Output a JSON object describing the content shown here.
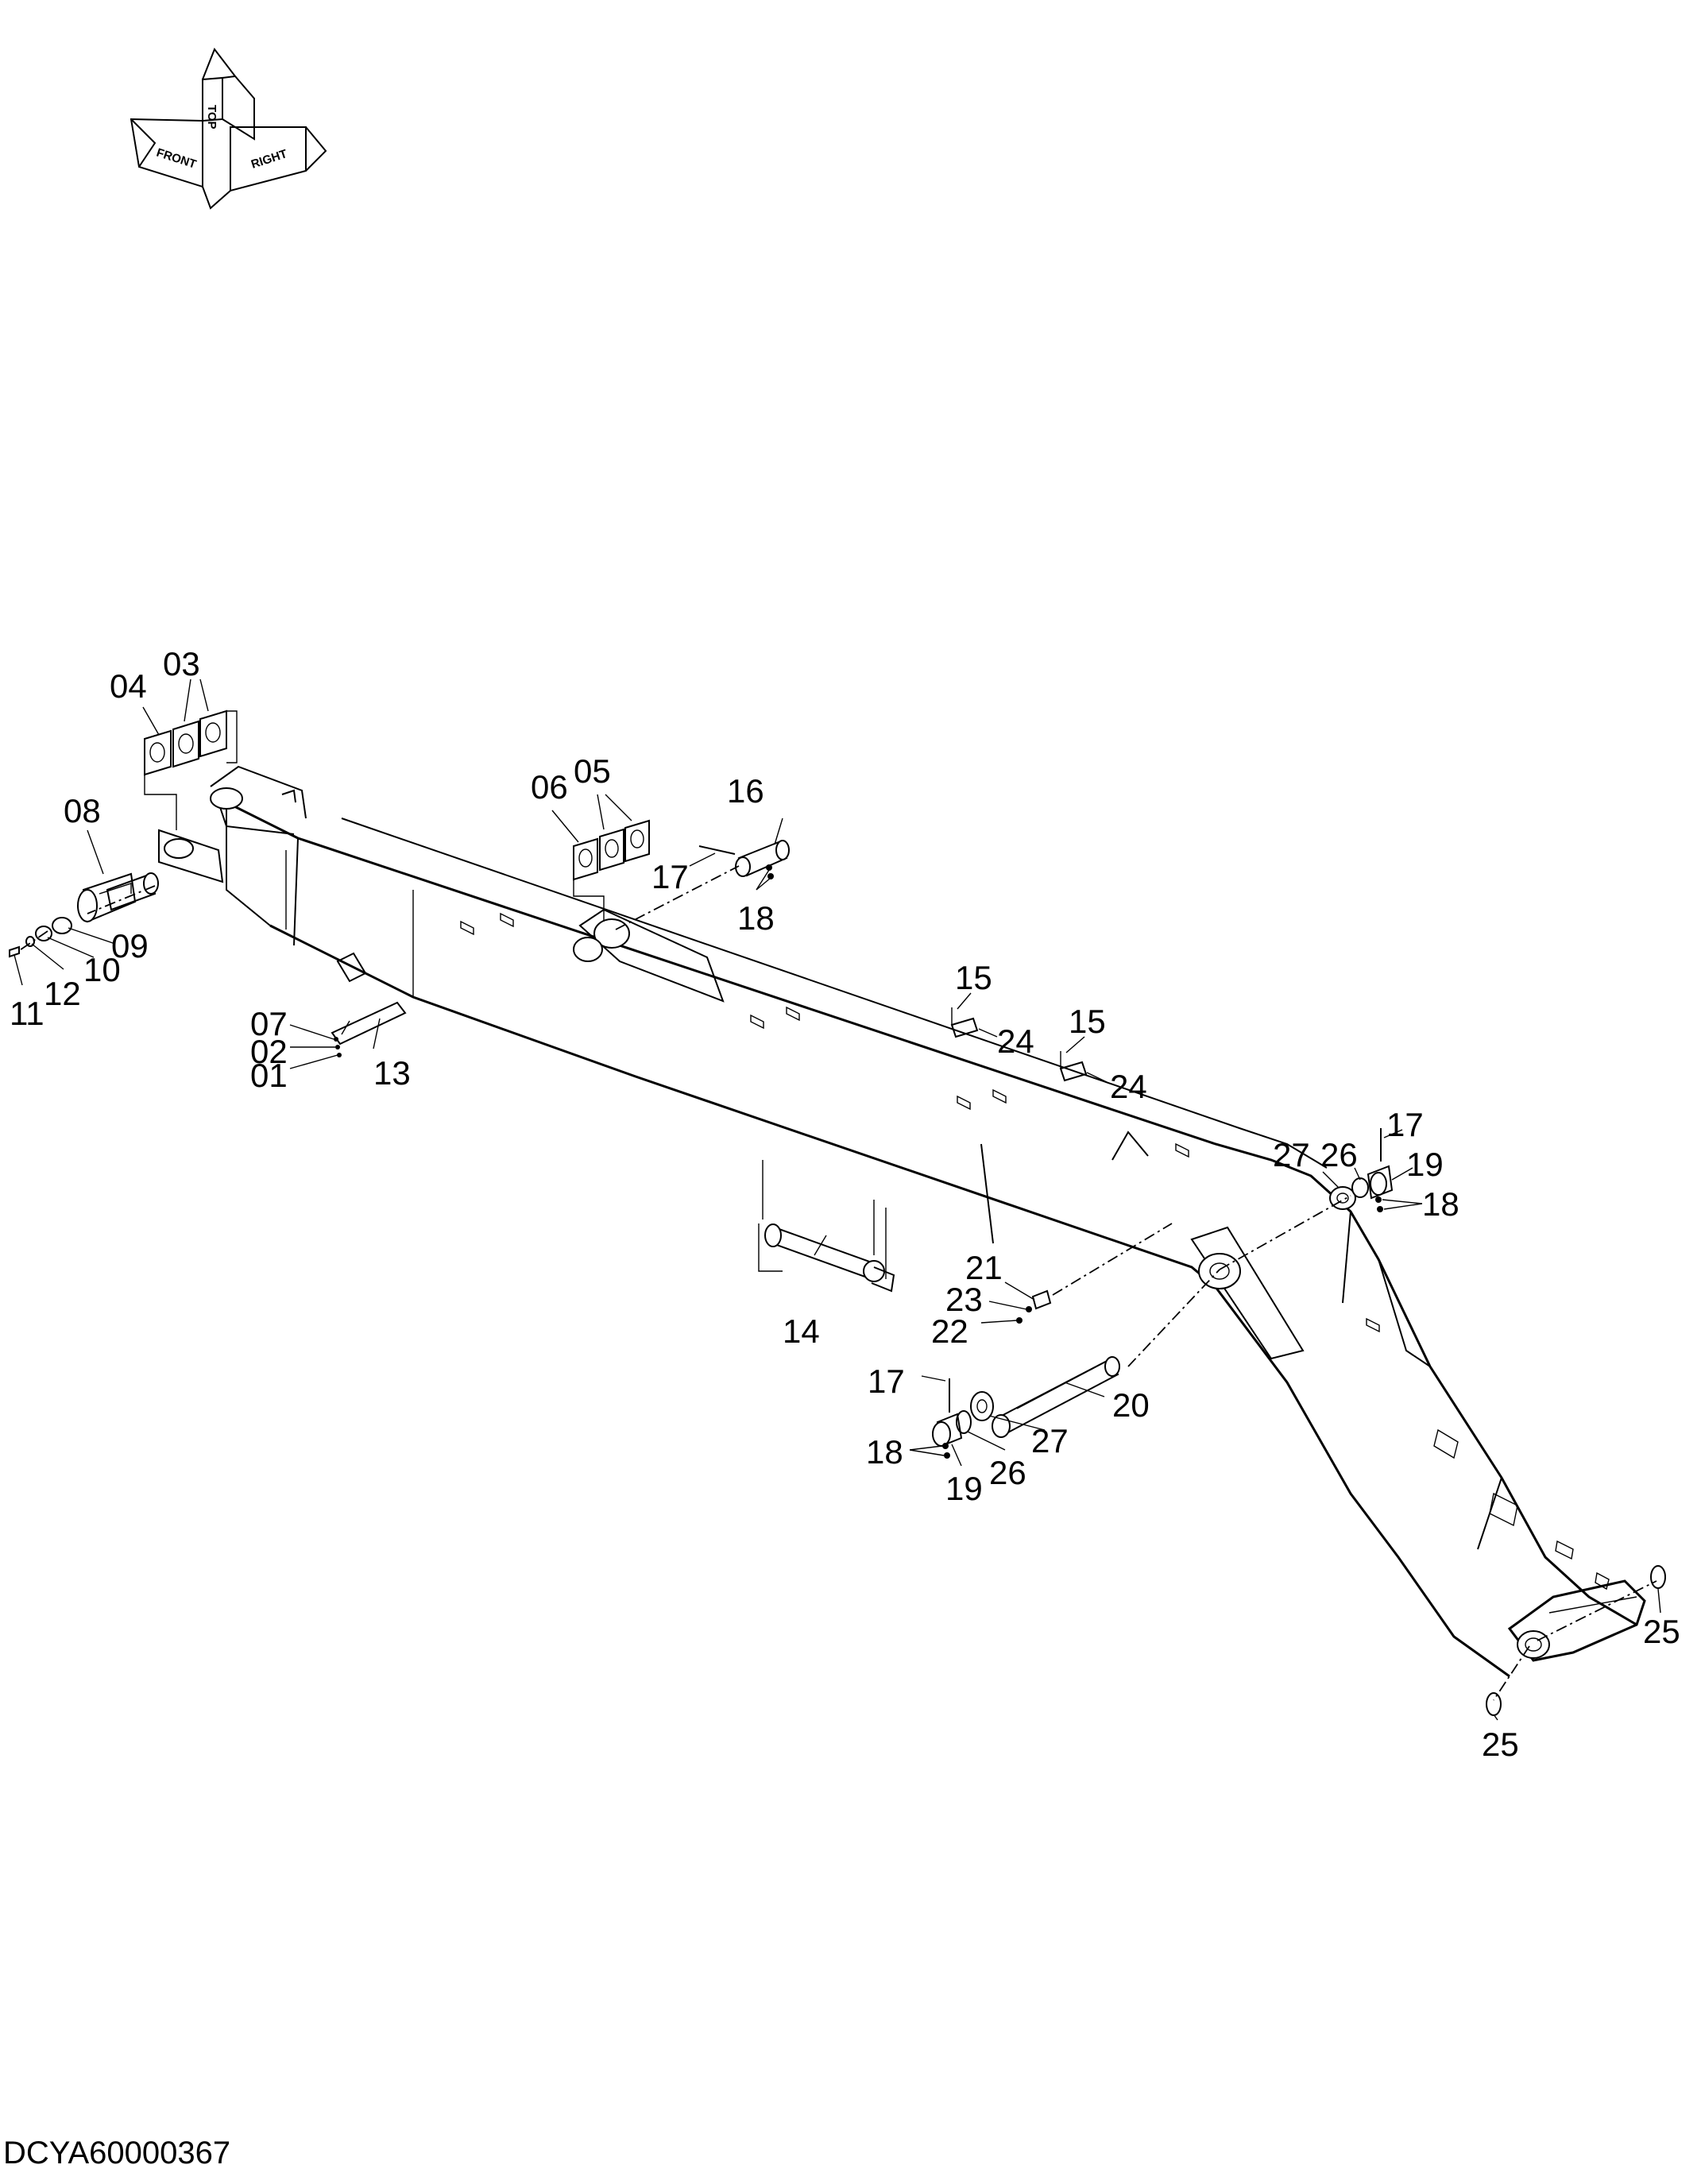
{
  "orientation_indicator": {
    "top": "TOP",
    "front": "FRONT",
    "right": "RIGHT"
  },
  "callouts": [
    {
      "id": "01",
      "text": "01"
    },
    {
      "id": "02",
      "text": "02"
    },
    {
      "id": "03",
      "text": "03"
    },
    {
      "id": "04",
      "text": "04"
    },
    {
      "id": "05",
      "text": "05"
    },
    {
      "id": "06",
      "text": "06"
    },
    {
      "id": "07",
      "text": "07"
    },
    {
      "id": "08",
      "text": "08"
    },
    {
      "id": "09",
      "text": "09"
    },
    {
      "id": "10",
      "text": "10"
    },
    {
      "id": "11",
      "text": "11"
    },
    {
      "id": "12",
      "text": "12"
    },
    {
      "id": "13",
      "text": "13"
    },
    {
      "id": "14",
      "text": "14"
    },
    {
      "id": "15a",
      "text": "15"
    },
    {
      "id": "15b",
      "text": "15"
    },
    {
      "id": "16",
      "text": "16"
    },
    {
      "id": "17a",
      "text": "17"
    },
    {
      "id": "17b",
      "text": "17"
    },
    {
      "id": "17c",
      "text": "17"
    },
    {
      "id": "18a",
      "text": "18"
    },
    {
      "id": "18b",
      "text": "18"
    },
    {
      "id": "18c",
      "text": "18"
    },
    {
      "id": "19a",
      "text": "19"
    },
    {
      "id": "19b",
      "text": "19"
    },
    {
      "id": "20",
      "text": "20"
    },
    {
      "id": "21",
      "text": "21"
    },
    {
      "id": "22",
      "text": "22"
    },
    {
      "id": "23",
      "text": "23"
    },
    {
      "id": "24a",
      "text": "24"
    },
    {
      "id": "24b",
      "text": "24"
    },
    {
      "id": "25a",
      "text": "25"
    },
    {
      "id": "25b",
      "text": "25"
    },
    {
      "id": "26a",
      "text": "26"
    },
    {
      "id": "26b",
      "text": "26"
    },
    {
      "id": "27a",
      "text": "27"
    },
    {
      "id": "27b",
      "text": "27"
    }
  ],
  "document_id": "DCYA60000367"
}
